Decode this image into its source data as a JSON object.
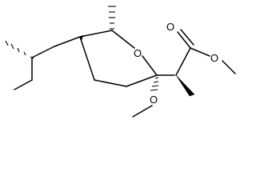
{
  "molecule": {
    "atoms": {
      "ring_oxygen": "O",
      "carbonyl_oxygen": "O",
      "ester_oxygen": "O",
      "methoxy_oxygen": "O"
    },
    "colors": {
      "bond": "#000000",
      "background": "#ffffff"
    }
  }
}
